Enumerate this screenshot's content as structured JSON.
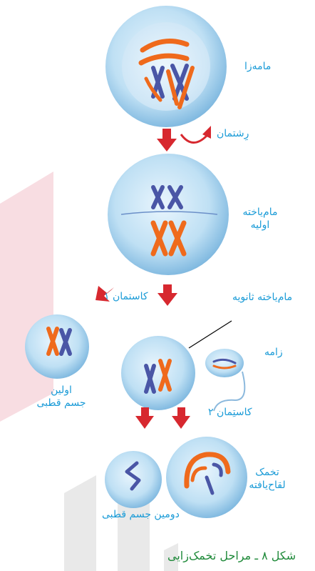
{
  "labels": {
    "oogonium": "مامه‌زا",
    "growth": "رِشتمان",
    "primary_oocyte_l1": "مام‌یاخته",
    "primary_oocyte_l2": "اولیه",
    "secondary_oocyte": "مام‌یاخته ثانویه",
    "meiosis1": "کاستمان ۱",
    "sperm": "زامه",
    "first_polar_l1": "اولین",
    "first_polar_l2": "جسم قطبی",
    "meiosis2": "کاستِمان ۲",
    "zygote_l1": "تخمک",
    "zygote_l2": "لقاح‌یافته",
    "second_polar": "دومین جسم قطبی"
  },
  "caption": "شکل ۸ ـ مراحل تخمک‌زایی",
  "colors": {
    "label": "#1a9bd7",
    "caption": "#1f8a3a",
    "arrow": "#d7282f",
    "cell": "#bfe0f4",
    "chrom_orange": "#ef6a1c",
    "chrom_blue": "#4a56a6"
  }
}
